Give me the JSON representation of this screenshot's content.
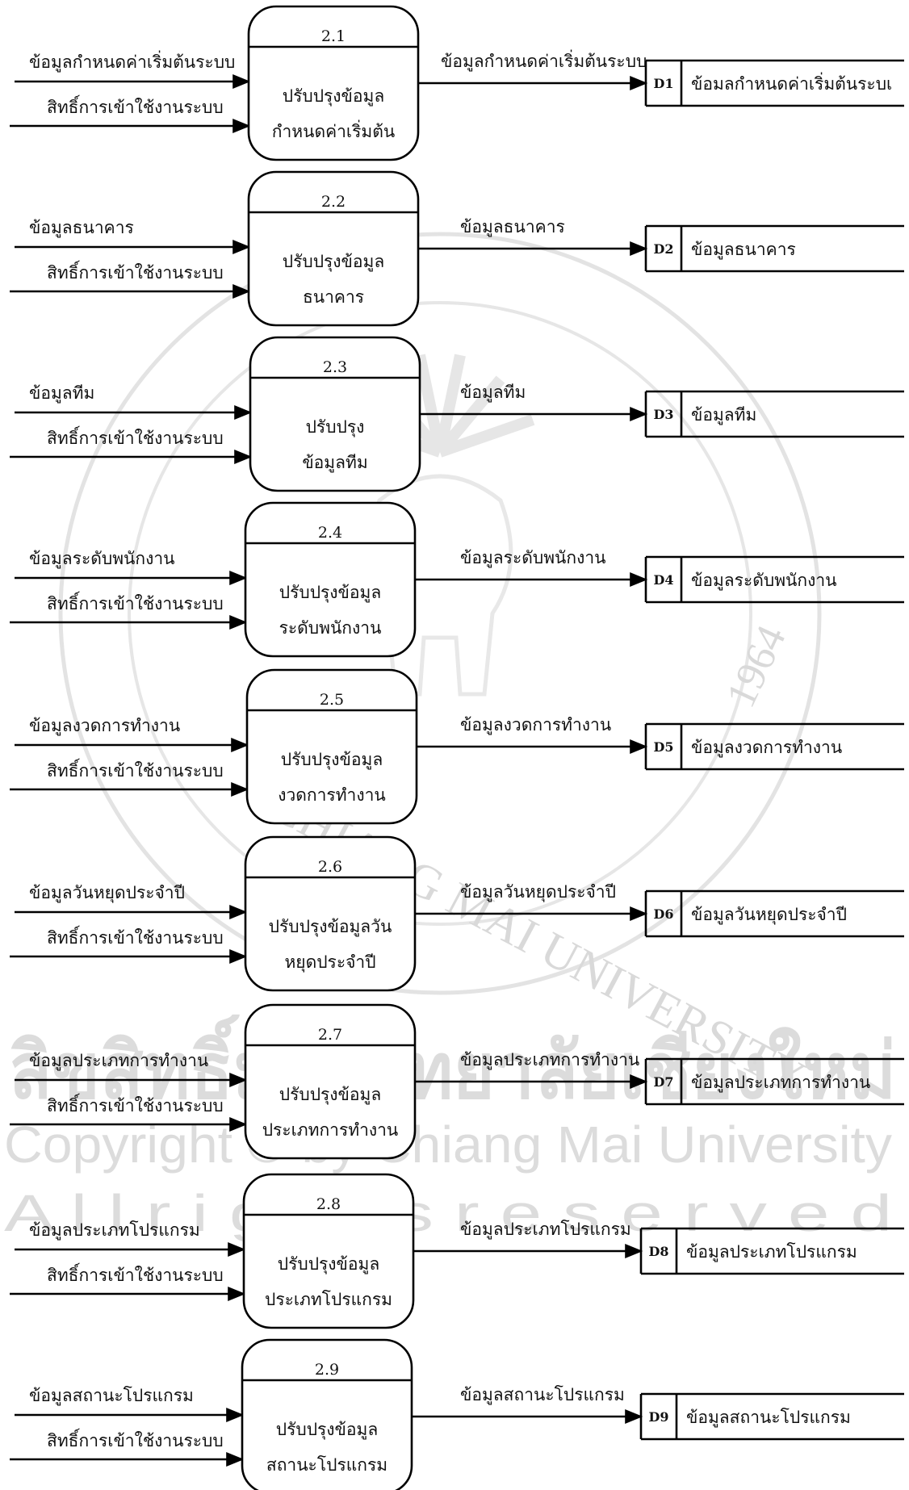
{
  "rows": [
    {
      "num": "2.1",
      "name1": "ปรับปรุงข้อมูล",
      "name2": "กำหนดค่าเริ่มต้น",
      "in1": "ข้อมูลกำหนดค่าเริ่มต้นระบบ",
      "in2": "สิทธิ์การเข้าใช้งานระบบ",
      "out": "ข้อมูลกำหนดค่าเริ่มต้นระบบ",
      "store_id": "D1",
      "store_name": "ข้อมลกำหนดค่าเริ่มต้นระบเ"
    },
    {
      "num": "2.2",
      "name1": "ปรับปรุงข้อมูล",
      "name2": "ธนาคาร",
      "in1": "ข้อมูลธนาคาร",
      "in2": "สิทธิ์การเข้าใช้งานระบบ",
      "out": "ข้อมูลธนาคาร",
      "store_id": "D2",
      "store_name": "ข้อมูลธนาคาร"
    },
    {
      "num": "2.3",
      "name1": "ปรับปรุง",
      "name2": "ข้อมูลทีม",
      "in1": "ข้อมูลทีม",
      "in2": "สิทธิ์การเข้าใช้งานระบบ",
      "out": "ข้อมูลทีม",
      "store_id": "D3",
      "store_name": "ข้อมูลทีม"
    },
    {
      "num": "2.4",
      "name1": "ปรับปรุงข้อมูล",
      "name2": "ระดับพนักงาน",
      "in1": "ข้อมูลระดับพนักงาน",
      "in2": "สิทธิ์การเข้าใช้งานระบบ",
      "out": "ข้อมูลระดับพนักงาน",
      "store_id": "D4",
      "store_name": "ข้อมูลระดับพนักงาน"
    },
    {
      "num": "2.5",
      "name1": "ปรับปรุงข้อมูล",
      "name2": "งวดการทำงาน",
      "in1": "ข้อมูลงวดการทำงาน",
      "in2": "สิทธิ์การเข้าใช้งานระบบ",
      "out": "ข้อมูลงวดการทำงาน",
      "store_id": "D5",
      "store_name": "ข้อมูลงวดการทำงาน"
    },
    {
      "num": "2.6",
      "name1": "ปรับปรุงข้อมูลวัน",
      "name2": "หยุดประจำปี",
      "in1": "ข้อมูลวันหยุดประจำปี",
      "in2": "สิทธิ์การเข้าใช้งานระบบ",
      "out": "ข้อมูลวันหยุดประจำปี",
      "store_id": "D6",
      "store_name": "ข้อมูลวันหยุดประจำปี"
    },
    {
      "num": "2.7",
      "name1": "ปรับปรุงข้อมูล",
      "name2": "ประเภทการทำงาน",
      "in1": "ข้อมูลประเภทการทำงาน",
      "in2": "สิทธิ์การเข้าใช้งานระบบ",
      "out": "ข้อมูลประเภทการทำงาน",
      "store_id": "D7",
      "store_name": "ข้อมูลประเภทการทำงาน"
    },
    {
      "num": "2.8",
      "name1": "ปรับปรุงข้อมูล",
      "name2": "ประเภทโปรแกรม",
      "in1": "ข้อมูลประเภทโปรแกรม",
      "in2": "สิทธิ์การเข้าใช้งานระบบ",
      "out": "ข้อมูลประเภทโปรแกรม",
      "store_id": "D8",
      "store_name": "ข้อมูลประเภทโปรแกรม"
    },
    {
      "num": "2.9",
      "name1": "ปรับปรุงข้อมูล",
      "name2": "สถานะโปรแกรม",
      "in1": "ข้อมูลสถานะโปรแกรม",
      "in2": "สิทธิ์การเข้าใช้งานระบบ",
      "out": "ข้อมูลสถานะโปรแกรม",
      "store_id": "D9",
      "store_name": "ข้อมูลสถานะโปรแกรม"
    }
  ],
  "watermark": {
    "thai": "ลิขสิทธิ์มหาวิทยาลัยเชียงใหม่",
    "line2": "Copyright © by Chiang Mai University",
    "line3": "A l l   r i g h t s   r e s e r v e d",
    "seal_top": "CHIANG MAI UNIVERSITY",
    "seal_year": "1964"
  }
}
